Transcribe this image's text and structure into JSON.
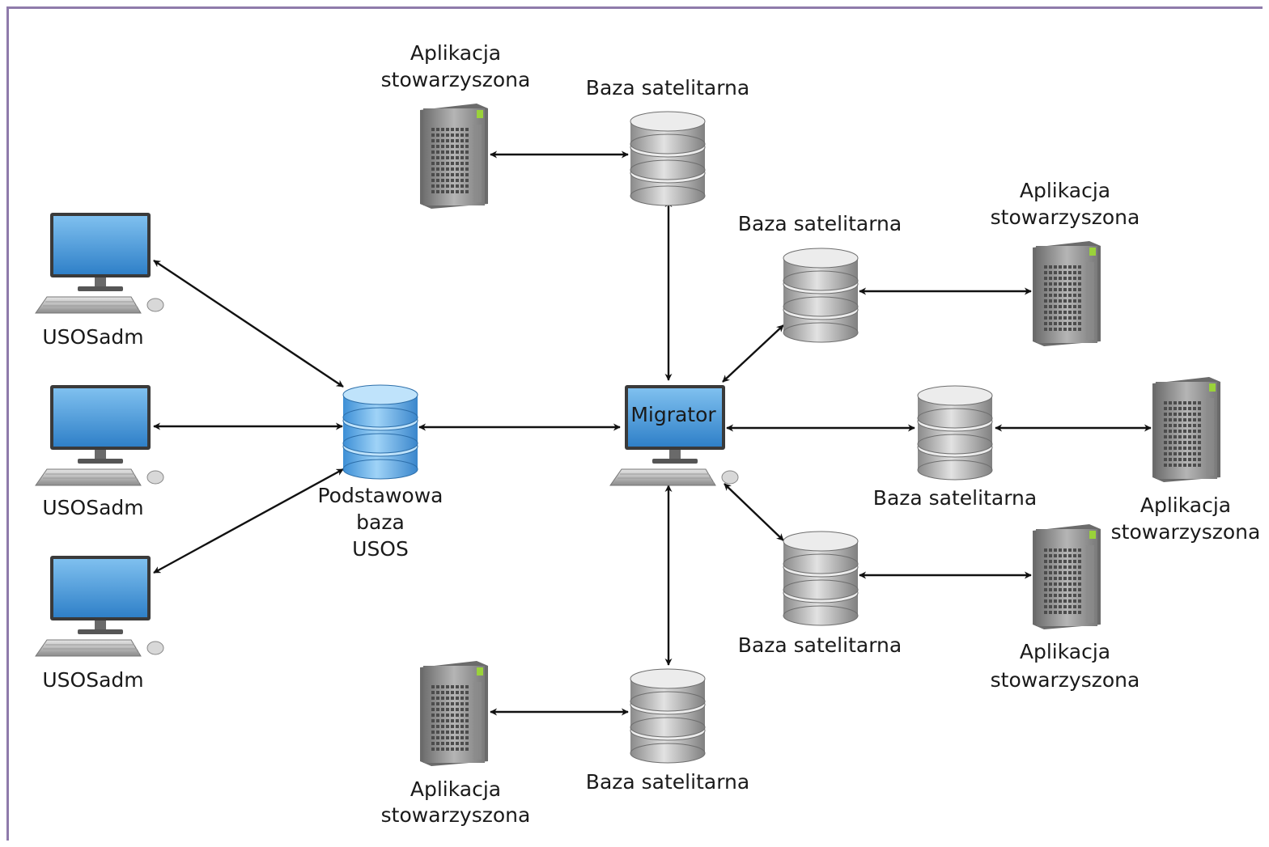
{
  "diagram": {
    "nodes": {
      "pc1": "USOSadm",
      "pc2": "USOSadm",
      "pc3": "USOSadm",
      "main_db": [
        "Podstawowa",
        "baza",
        "USOS"
      ],
      "migrator": "Migrator",
      "sat_top": "Baza satelitarna",
      "sat_upper_right": "Baza satelitarna",
      "sat_right": "Baza satelitarna",
      "sat_lower_right": "Baza satelitarna",
      "sat_bottom": "Baza satelitarna",
      "app_top": [
        "Aplikacja",
        "stowarzyszona"
      ],
      "app_upper_right": [
        "Aplikacja",
        "stowarzyszona"
      ],
      "app_right": [
        "Aplikacja",
        "stowarzyszona"
      ],
      "app_lower_right": [
        "Aplikacja",
        "stowarzyszona"
      ],
      "app_bottom": [
        "Aplikacja",
        "stowarzyszona"
      ]
    },
    "colors": {
      "frame": "#8f7bab",
      "monitor_screen": "#4d9ad6",
      "main_db": "#5aa6e0",
      "satellite_db": "#9a9a9a",
      "server": "#8a8a8a",
      "arrow": "#111111"
    },
    "icons": {
      "pc": "desktop-computer-icon",
      "db": "database-icon",
      "server": "server-tower-icon"
    },
    "connections": [
      [
        "pc1",
        "main_db"
      ],
      [
        "pc2",
        "main_db"
      ],
      [
        "pc3",
        "main_db"
      ],
      [
        "main_db",
        "migrator"
      ],
      [
        "migrator",
        "sat_top"
      ],
      [
        "migrator",
        "sat_upper_right"
      ],
      [
        "migrator",
        "sat_right"
      ],
      [
        "migrator",
        "sat_lower_right"
      ],
      [
        "migrator",
        "sat_bottom"
      ],
      [
        "sat_top",
        "app_top"
      ],
      [
        "sat_upper_right",
        "app_upper_right"
      ],
      [
        "sat_right",
        "app_right"
      ],
      [
        "sat_lower_right",
        "app_lower_right"
      ],
      [
        "sat_bottom",
        "app_bottom"
      ]
    ]
  }
}
